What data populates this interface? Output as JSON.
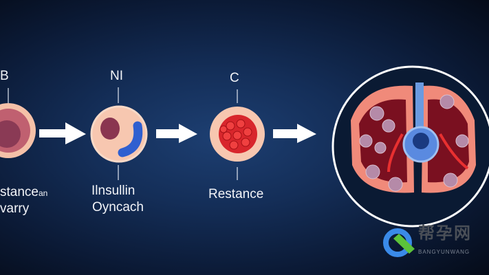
{
  "stages": [
    {
      "top_label": "B",
      "bottom_label_1": "stance",
      "bottom_label_suffix": "an",
      "bottom_label_2": "varry"
    },
    {
      "top_label": "NI",
      "bottom_label_1": "Ilnsullin",
      "bottom_label_2": "Oyncach"
    },
    {
      "top_label": "C",
      "bottom_label_1": "Restance"
    }
  ],
  "watermark": {
    "logo_text": "帮孕网",
    "logo_subtext": "BANGYUNWANG"
  },
  "colors": {
    "background": "#142e58",
    "cell": "#f6c6ae",
    "red": "#d8262c",
    "blue": "#2f5fd0"
  }
}
